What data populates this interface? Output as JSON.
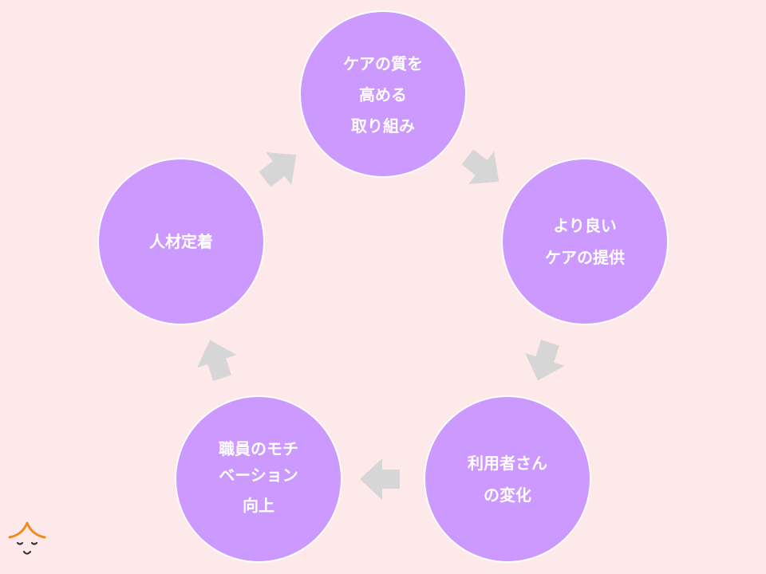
{
  "diagram": {
    "type": "cycle",
    "node_color": "#cc99ff",
    "arrow_color": "#d6d6d6",
    "background": "#fde9ea",
    "nodes": [
      {
        "id": "quality-effort",
        "lines": [
          "ケアの質を",
          "高める",
          "取り組み"
        ]
      },
      {
        "id": "better-care",
        "lines": [
          "より良い",
          "ケアの提供"
        ]
      },
      {
        "id": "user-change",
        "lines": [
          "利用者さん",
          "の変化"
        ]
      },
      {
        "id": "staff-motivation",
        "lines": [
          "職員のモチ",
          "ベーション",
          "向上"
        ]
      },
      {
        "id": "staff-retention",
        "lines": [
          "人材定着"
        ]
      }
    ],
    "flow": [
      "quality-effort",
      "better-care",
      "user-change",
      "staff-motivation",
      "staff-retention",
      "quality-effort"
    ]
  },
  "logo": {
    "icon": "smiling-face-logo-icon",
    "accent": "#f08a1c"
  }
}
